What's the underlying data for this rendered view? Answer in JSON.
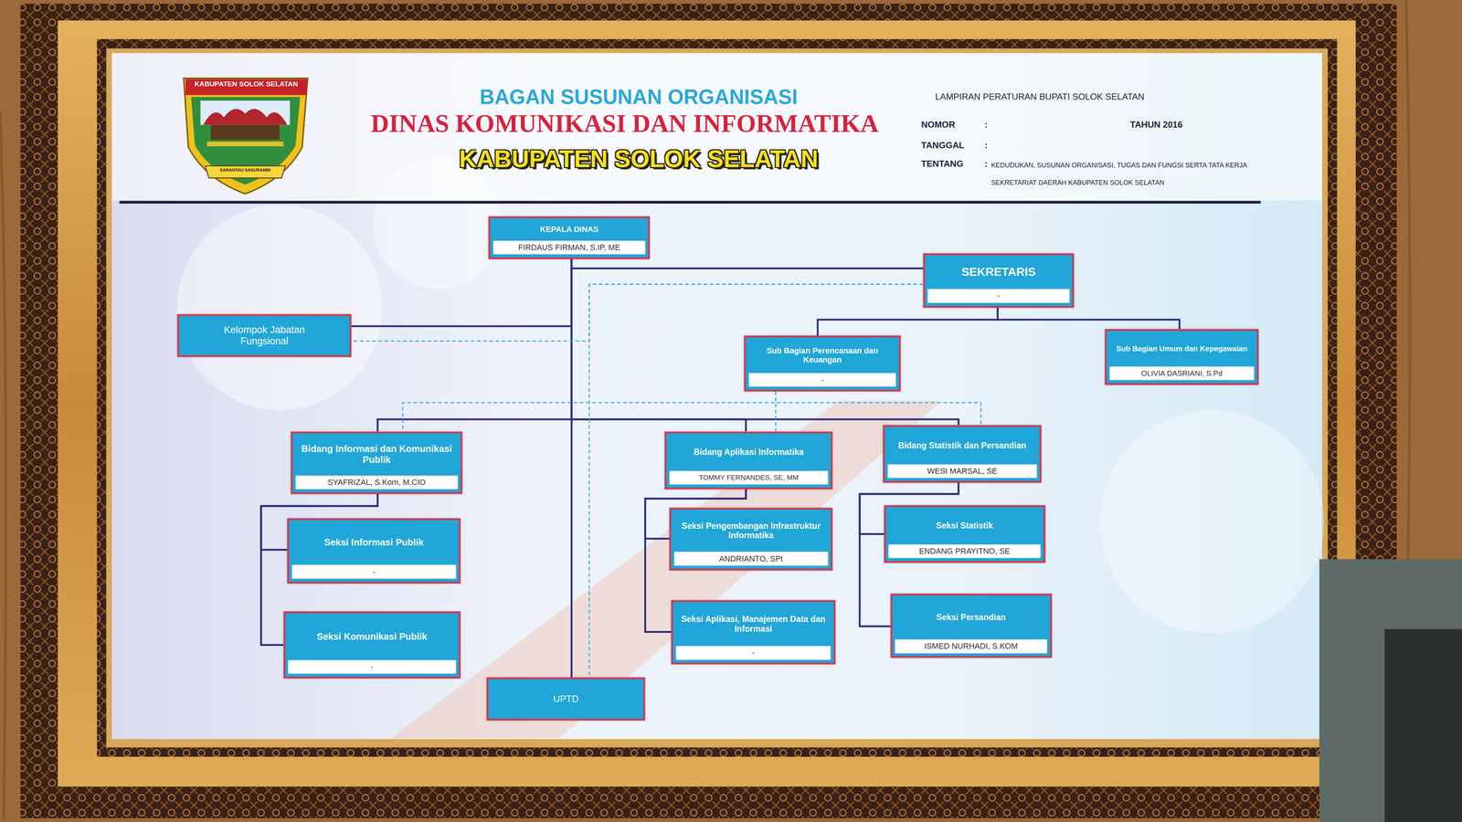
{
  "diagram": {
    "title": "BAGAN SUSUNAN ORGANISASI",
    "nodes": [
      {
        "text": [
          "KEPALA DINAS",
          "FIRDAUS FIRMAN, S.IP, ME"
        ]
      },
      {
        "text": [
          "SEKRETARIS",
          "-"
        ]
      },
      {
        "text": [
          "Kelompok Jabatan Fungsional"
        ]
      },
      {
        "text": [
          "Sub Bagian Perencanaan dan Keuangan",
          "-"
        ]
      },
      {
        "text": [
          "Sub Bagian Umum dan Kepegawaian",
          "OLIVIA DASRIANI, S.Pd"
        ]
      },
      {
        "text": [
          "Bidang Informasi dan Komunikasi Publik",
          "SYAFRIZAL, S.Kom, M.CIO"
        ]
      },
      {
        "text": [
          "Bidang Aplikasi Informatika",
          "TOMMY FERNANDES, SE, MM"
        ]
      },
      {
        "text": [
          "Bidang Statistik dan Persandian",
          "WESI MARSAL, SE"
        ]
      },
      {
        "text": [
          "Seksi Informasi Publik",
          "-"
        ]
      },
      {
        "text": [
          "Seksi Pengembangan Infrastruktur Informatika",
          "ANDRIANTO, SPt"
        ]
      },
      {
        "text": [
          "Seksi Statistik",
          "ENDANG PRAYITNO, SE"
        ]
      },
      {
        "text": [
          "Seksi Komunikasi Publik",
          "-"
        ]
      },
      {
        "text": [
          "Seksi Aplikasi, Manajemen Data dan Informasi",
          "-"
        ]
      },
      {
        "text": [
          "Seksi Persandian",
          "ISMED NURHADI, S.KOM"
        ]
      },
      {
        "text": [
          "UPTD"
        ]
      }
    ],
    "edges": [
      {
        "from": 0,
        "to": 1,
        "arrow": "none"
      },
      {
        "from": 0,
        "to": 2,
        "arrow": "none"
      },
      {
        "from": 0,
        "to": 5,
        "arrow": "none"
      },
      {
        "from": 0,
        "to": 6,
        "arrow": "none"
      },
      {
        "from": 0,
        "to": 7,
        "arrow": "none"
      },
      {
        "from": 0,
        "to": 14,
        "arrow": "none"
      },
      {
        "from": 1,
        "to": 3,
        "arrow": "none"
      },
      {
        "from": 1,
        "to": 4,
        "arrow": "none"
      },
      {
        "from": 5,
        "to": 8,
        "arrow": "none"
      },
      {
        "from": 5,
        "to": 11,
        "arrow": "none"
      },
      {
        "from": 6,
        "to": 9,
        "arrow": "none"
      },
      {
        "from": 6,
        "to": 12,
        "arrow": "none"
      },
      {
        "from": 7,
        "to": 10,
        "arrow": "none"
      },
      {
        "from": 7,
        "to": 13,
        "arrow": "none"
      },
      {
        "from": 1,
        "to": 2,
        "arrow": "none"
      },
      {
        "from": 1,
        "to": 14,
        "arrow": "none"
      },
      {
        "from": 3,
        "to": 5,
        "arrow": "none"
      },
      {
        "from": 3,
        "to": 6,
        "arrow": "none"
      },
      {
        "from": 3,
        "to": 7,
        "arrow": "none"
      }
    ],
    "labels": [
      "DINAS KOMUNIKASI DAN INFORMATIKA",
      "KABUPATEN SOLOK SELATAN",
      "KABUPATEN SOLOK SELATAN",
      "SARANTAU SASURAMBI",
      "LAMPIRAN PERATURAN BUPATI SOLOK SELATAN",
      "NOMOR",
      ":",
      "TAHUN 2016",
      "TANGGAL",
      ":",
      "TENTANG",
      ":",
      "KEDUDUKAN, SUSUNAN ORGANISASI, TUGAS DAN FUNGSI SERTA TATA KERJA SEKRETARIAT DAERAH KABUPATEN SOLOK SELATAN"
    ]
  }
}
